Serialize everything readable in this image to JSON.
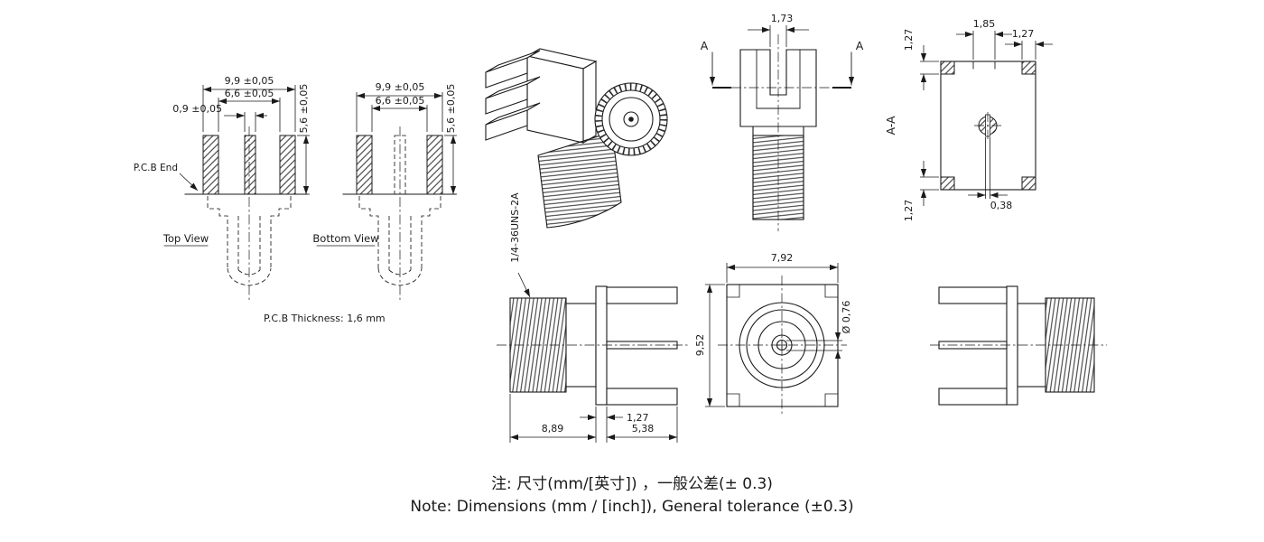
{
  "drawing": {
    "background": "#ffffff",
    "line_color": "#1a1a1a"
  },
  "pcb_views": {
    "pcb_end_label": "P.C.B End",
    "top_view_label": "Top View",
    "bottom_view_label": "Bottom View",
    "thickness_note": "P.C.B Thickness: 1,6 mm",
    "dim_pad_span": "9,9 ±0,05",
    "dim_pad_inner": "6,6 ±0,05",
    "dim_center_pad": "0,9 ±0,05",
    "dim_pad_length": "5,6 ±0,05"
  },
  "front_view": {
    "dim_slot_width": "1,73",
    "section_arrow_label": "A"
  },
  "section_view": {
    "view_label": "A-A",
    "dim_leg_height_top": "1,27",
    "dim_center_slot": "1,85",
    "dim_leg_width": "1,27",
    "dim_leg_height_bottom": "1,27",
    "dim_pin_slot": "0,38"
  },
  "side_view": {
    "thread_spec": "1/4-36UNS-2A",
    "dim_body_length": "8,89",
    "dim_leg_length": "5,38",
    "dim_flange_thickness": "1,27"
  },
  "face_view": {
    "dim_width": "7,92",
    "dim_height": "9,52",
    "dim_pin_dia": "Ø 0,76"
  },
  "notes": {
    "line_cn": "注: 尺寸(mm/[英寸]) ，一般公差(± 0.3)",
    "line_en": "Note: Dimensions (mm / [inch]), General tolerance (±0.3)"
  }
}
